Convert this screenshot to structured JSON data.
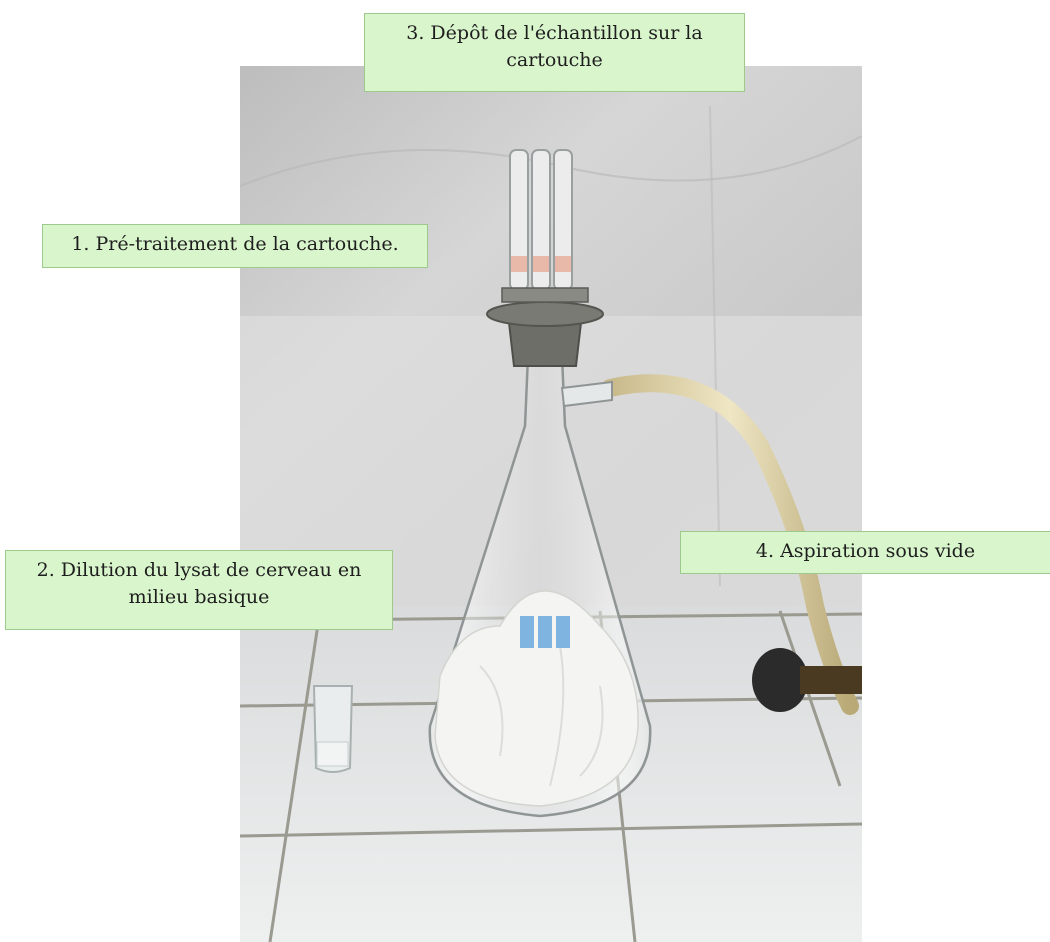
{
  "annotations": {
    "step1": "1. Pré-traitement de la cartouche.",
    "step2_line1": "2. Dilution du lysat de cerveau en",
    "step2_line2": "milieu basique",
    "step3_line1": "3. Dépôt de l'échantillon sur la",
    "step3_line2": "cartouche",
    "step4": "4. Aspiration sous vide"
  },
  "photo": {
    "subject": "vacuum-filtration-flask-with-cartridges",
    "colors": {
      "wall": "#cfcfcf",
      "tile": "#e6e8e8",
      "grout": "#9a9a90",
      "label_bg": "#d9f5cc",
      "label_border": "#9ec98c",
      "tubing": "#d9cda0",
      "stopper": "#6e6e68"
    }
  }
}
